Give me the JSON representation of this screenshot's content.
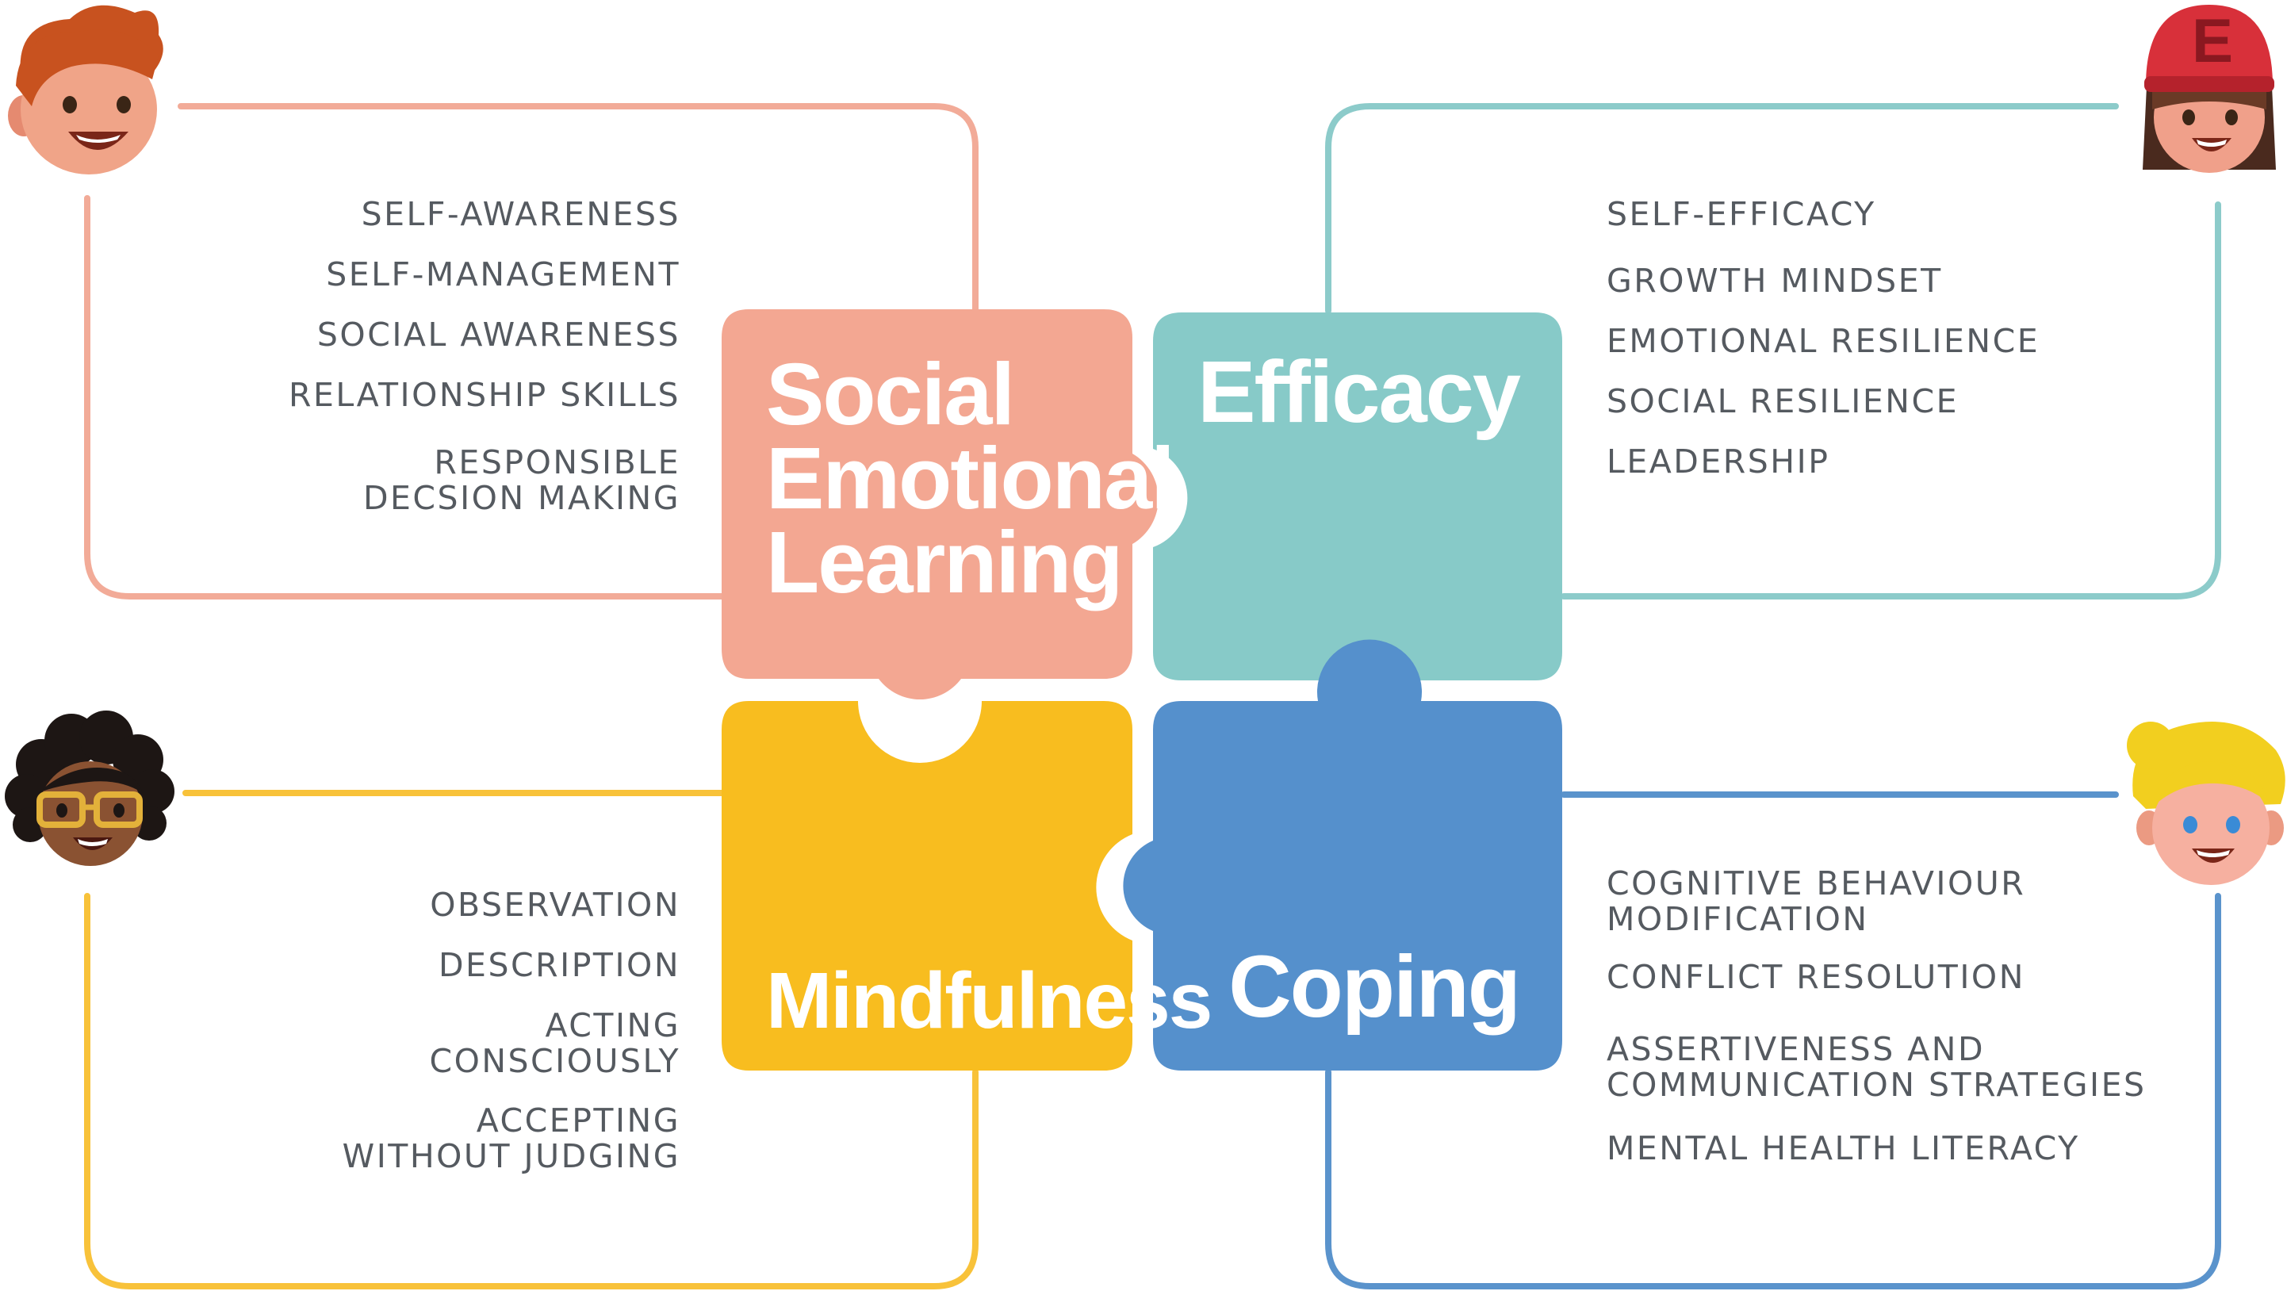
{
  "quadrants": {
    "sel": {
      "title": [
        "Social",
        "Emotional",
        "Learning"
      ],
      "items": [
        "SELF-AWARENESS",
        "SELF-MANAGEMENT",
        "SOCIAL AWARENESS",
        "RELATIONSHIP SKILLS",
        "RESPONSIBLE\nDECSION MAKING"
      ],
      "color": "#f3a792",
      "frame_color": "#f2ab98"
    },
    "efficacy": {
      "title": [
        "Efficacy"
      ],
      "items": [
        "SELF-EFFICACY",
        "GROWTH MINDSET",
        "EMOTIONAL RESILIENCE",
        "SOCIAL RESILIENCE",
        "LEADERSHIP"
      ],
      "color": "#87cac8",
      "frame_color": "#8ccbca"
    },
    "mindfulness": {
      "title": [
        "Mindfulness"
      ],
      "items": [
        "OBSERVATION",
        "DESCRIPTION",
        "ACTING\nCONSCIOUSLY",
        "ACCEPTING\nWITHOUT JUDGING"
      ],
      "color": "#f8bd1f",
      "frame_color": "#f8c23a"
    },
    "coping": {
      "title": [
        "Coping"
      ],
      "items": [
        "COGNITIVE BEHAVIOUR\nMODIFICATION",
        "CONFLICT RESOLUTION",
        "ASSERTIVENESS AND\nCOMMUNICATION STRATEGIES",
        "MENTAL HEALTH LITERACY"
      ],
      "color": "#5590cc",
      "frame_color": "#5a93cc"
    }
  },
  "avatars": {
    "top_left": "boy-orange-hair-icon",
    "top_right": "girl-red-cap-icon",
    "bottom_left": "girl-curly-hair-glasses-icon",
    "bottom_right": "boy-blond-hair-icon",
    "cap_letter": "E"
  }
}
